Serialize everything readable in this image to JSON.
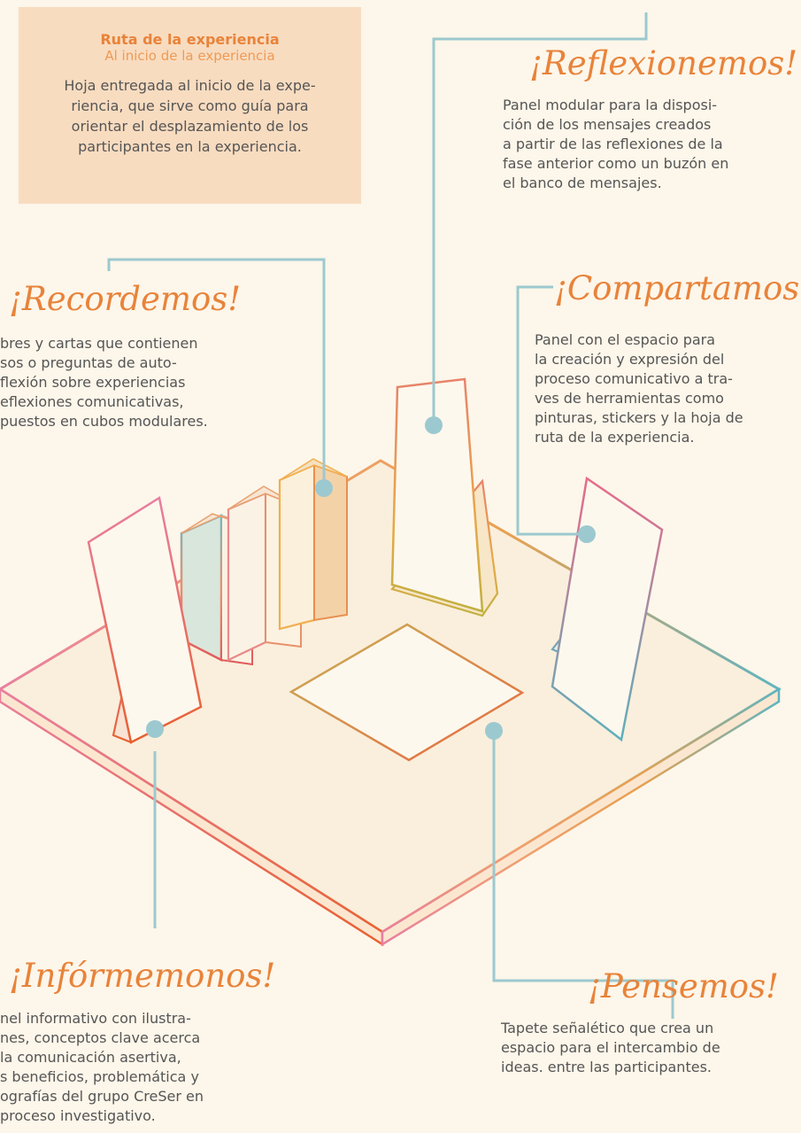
{
  "info_box": {
    "title": "Ruta de la experiencia",
    "subtitle": "Al inicio de la experiencia",
    "body": "Hoja entregada al inicio de la expe-riencia, que sirve como guía para orientar el desplazamiento de los participantes en la experiencia."
  },
  "sections": {
    "reflexionemos": {
      "heading": "¡Reflexionemos!",
      "lines": [
        "Panel modular para la disposi-",
        "ción de los mensajes creados",
        "a partir de las reflexiones de la",
        "fase anterior como un buzón en",
        "el banco de mensajes."
      ]
    },
    "recordemos": {
      "heading": "¡Recordemos!",
      "lines": [
        "bres y cartas que contienen",
        "sos o preguntas de auto-",
        "flexión sobre experiencias",
        "eflexiones comunicativas,",
        "puestos en cubos modulares."
      ]
    },
    "compartamos": {
      "heading": "¡Compartamos!",
      "lines": [
        "Panel con el espacio para",
        "la creación y expresión del",
        "proceso comunicativo a tra-",
        "ves de herramientas como",
        "pinturas, stickers y la hoja de",
        "ruta de la experiencia."
      ]
    },
    "informemonos": {
      "heading": "¡Infórmemonos!",
      "lines": [
        "nel informativo con ilustra-",
        "nes, conceptos clave acerca",
        "la comunicación asertiva,",
        "s beneficios, problemática y",
        "ografías del grupo CreSer en",
        "proceso investigativo."
      ]
    },
    "pensemos": {
      "heading": "¡Pensemos!",
      "lines": [
        "Tapete señalético que crea un",
        "espacio para el intercambio de",
        "ideas. entre las participantes."
      ]
    }
  },
  "colors": {
    "background": "#fdf6ea",
    "accent": "#e8833a",
    "connector": "#9cc9cf",
    "box": "#f8dcc0"
  }
}
